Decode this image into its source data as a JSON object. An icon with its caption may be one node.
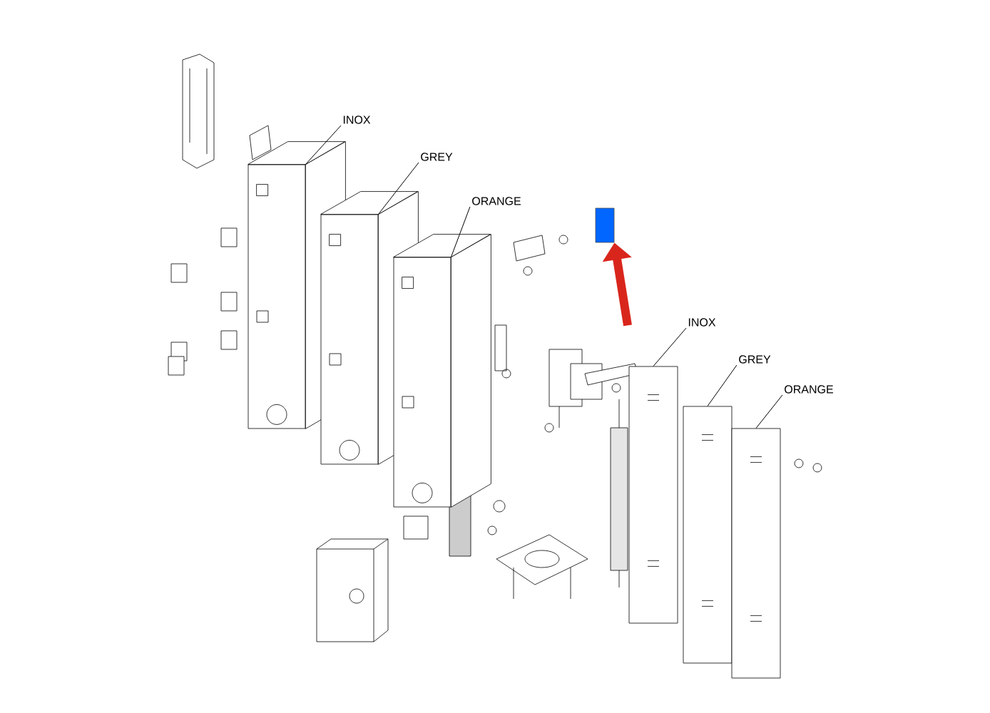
{
  "diagram": {
    "nodes": [
      {
        "text": [
          "INOX"
        ]
      },
      {
        "text": [],
        "shape": "picture"
      },
      {
        "text": [
          "GREY"
        ]
      },
      {
        "text": [],
        "shape": "picture"
      },
      {
        "text": [
          "ORANGE"
        ]
      },
      {
        "text": [],
        "shape": "picture"
      },
      {
        "text": [],
        "shape": "box"
      },
      {
        "text": [
          "INOX"
        ]
      },
      {
        "text": [],
        "shape": "picture"
      },
      {
        "text": [
          "GREY"
        ]
      },
      {
        "text": [],
        "shape": "picture"
      },
      {
        "text": [
          "ORANGE"
        ]
      },
      {
        "text": [],
        "shape": "picture"
      }
    ],
    "edges": [
      {
        "from": 0,
        "to": 1,
        "arrow": "none"
      },
      {
        "from": 2,
        "to": 3,
        "arrow": "none"
      },
      {
        "from": 4,
        "to": 5,
        "arrow": "none"
      },
      {
        "from": 7,
        "to": 8,
        "arrow": "none"
      },
      {
        "from": 9,
        "to": 10,
        "arrow": "none"
      },
      {
        "from": 11,
        "to": 12,
        "arrow": "none"
      },
      {
        "from": null,
        "to": 6,
        "arrow": "to",
        "style": "thick",
        "color": "#d9261c"
      }
    ]
  }
}
